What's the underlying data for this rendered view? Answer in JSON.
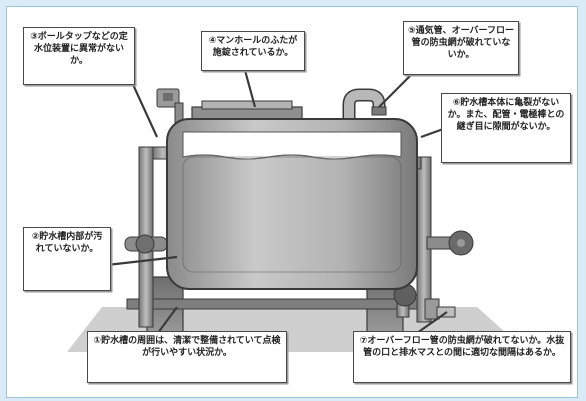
{
  "callouts": {
    "c1": "①貯水槽の周囲は、清潔で整備されていて点検が行いやすい状況か。",
    "c2": "②貯水槽内部が汚れていないか。",
    "c3": "③ボールタップなどの定水位装置に異常がないか。",
    "c4": "④マンホールのふたが施錠されているか。",
    "c5": "⑤通気管、オーバーフロー管の防虫網が破れていないか。",
    "c6": "⑥貯水槽本体に亀裂がないか。また、配管・電極棒との継ぎ目に隙間がないか。",
    "c7": "⑦オーバーフロー管の防虫網が破れてないか。水抜管の口と排水マスとの間に適切な間隔はあるか。"
  },
  "colors": {
    "page_background": "#d9ebf6",
    "frame_border": "#9fc3dc",
    "tank_body": "#a9a9a9",
    "pipe": "#8c8c8c",
    "water_surface": "#ffffff",
    "outline": "#3a3a3a"
  }
}
